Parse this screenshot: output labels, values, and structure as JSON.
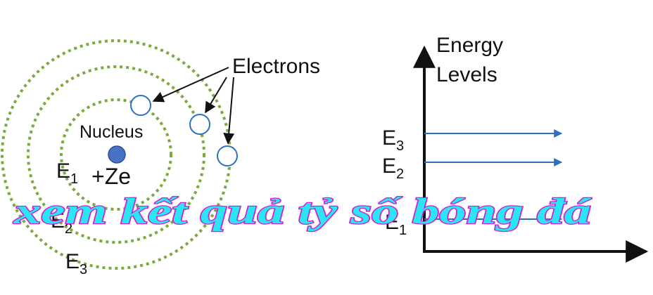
{
  "atom": {
    "electrons_label": "Electrons",
    "nucleus_label": "Nucleus",
    "charge_label": "+Ze",
    "orbit_labels": [
      {
        "letter": "E",
        "sub": "1"
      },
      {
        "letter": "E",
        "sub": "2"
      },
      {
        "letter": "E",
        "sub": "3"
      }
    ],
    "orbit_color": "#7aab3c",
    "nucleus_color": "#4a72c4",
    "electron_color": "#2f6fc0"
  },
  "energy": {
    "axis_title_line1": "Energy",
    "axis_title_line2": "Levels",
    "levels": [
      {
        "letter": "E",
        "sub": "3"
      },
      {
        "letter": "E",
        "sub": "2"
      },
      {
        "letter": "E",
        "sub": "1"
      }
    ],
    "arrow_color": "#2f6fc0"
  },
  "watermark": {
    "text": "xem kết quả tỷ số bóng đá",
    "fill": "#29e6f2",
    "stroke": "#d020d0"
  }
}
